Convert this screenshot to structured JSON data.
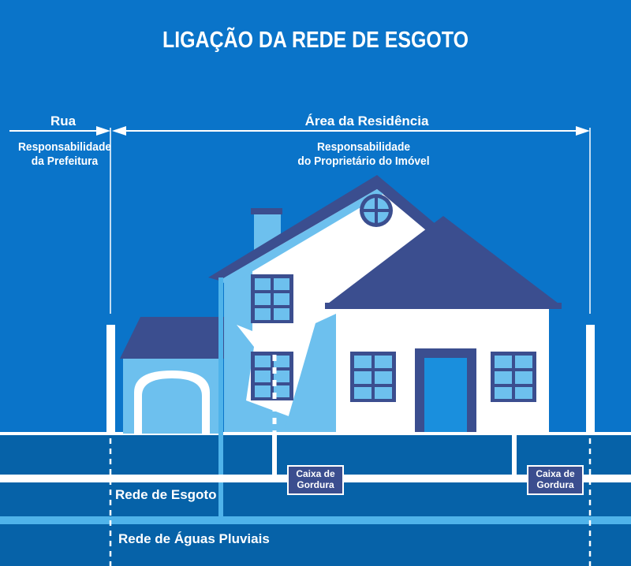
{
  "title": "LIGAÇÃO DA REDE DE ESGOTO",
  "zones": {
    "rua": "Rua",
    "area_residencia": "Área da Residência"
  },
  "responsibility": {
    "prefeitura_line1": "Responsabilidade",
    "prefeitura_line2": "da Prefeitura",
    "proprietario_line1": "Responsabilidade",
    "proprietario_line2": "do Proprietário do Imóvel"
  },
  "boxes": {
    "caixa1_line1": "Caixa de",
    "caixa1_line2": "Gordura",
    "caixa2_line1": "Caixa de",
    "caixa2_line2": "Gordura"
  },
  "pipes": {
    "esgoto": "Rede de Esgoto",
    "pluviais": "Rede de Águas Pluviais"
  },
  "colors": {
    "background": "#0a74c9",
    "ground": "#0662a8",
    "roof": "#3b4e8f",
    "wall": "#ffffff",
    "wall_shadow": "#6dc0ee",
    "pipe_light": "#4fb3ea"
  }
}
